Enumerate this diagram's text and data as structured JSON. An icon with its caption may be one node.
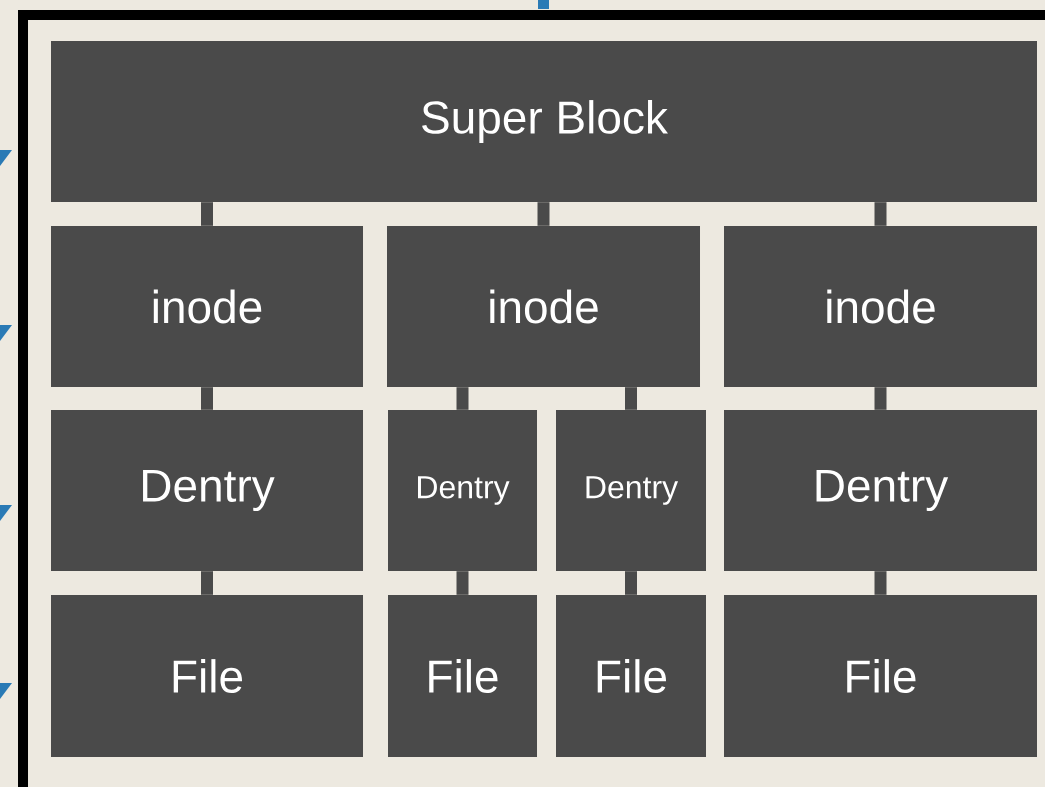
{
  "diagram": {
    "nodes": [
      {
        "text": [],
        "shape": "box"
      },
      {
        "text": [
          "Super Block"
        ],
        "in": 0
      },
      {
        "text": [
          "inode"
        ],
        "in": 0
      },
      {
        "text": [
          "inode"
        ],
        "in": 0
      },
      {
        "text": [
          "inode"
        ],
        "in": 0
      },
      {
        "text": [
          "Dentry"
        ],
        "in": 0
      },
      {
        "text": [
          "Dentry"
        ],
        "in": 0
      },
      {
        "text": [
          "Dentry"
        ],
        "in": 0
      },
      {
        "text": [
          "Dentry"
        ],
        "in": 0
      },
      {
        "text": [
          "File"
        ],
        "in": 0
      },
      {
        "text": [
          "File"
        ],
        "in": 0
      },
      {
        "text": [
          "File"
        ],
        "in": 0
      },
      {
        "text": [
          "File"
        ],
        "in": 0
      }
    ],
    "edges": [
      {
        "from": 1,
        "to": 2,
        "arrow": "none"
      },
      {
        "from": 1,
        "to": 3,
        "arrow": "none"
      },
      {
        "from": 1,
        "to": 4,
        "arrow": "none"
      },
      {
        "from": 2,
        "to": 5,
        "arrow": "none"
      },
      {
        "from": 3,
        "to": 6,
        "arrow": "none"
      },
      {
        "from": 3,
        "to": 7,
        "arrow": "none"
      },
      {
        "from": 4,
        "to": 8,
        "arrow": "none"
      },
      {
        "from": 5,
        "to": 9,
        "arrow": "none"
      },
      {
        "from": 6,
        "to": 10,
        "arrow": "none"
      },
      {
        "from": 7,
        "to": 11,
        "arrow": "none"
      },
      {
        "from": 8,
        "to": 12,
        "arrow": "none"
      }
    ]
  }
}
